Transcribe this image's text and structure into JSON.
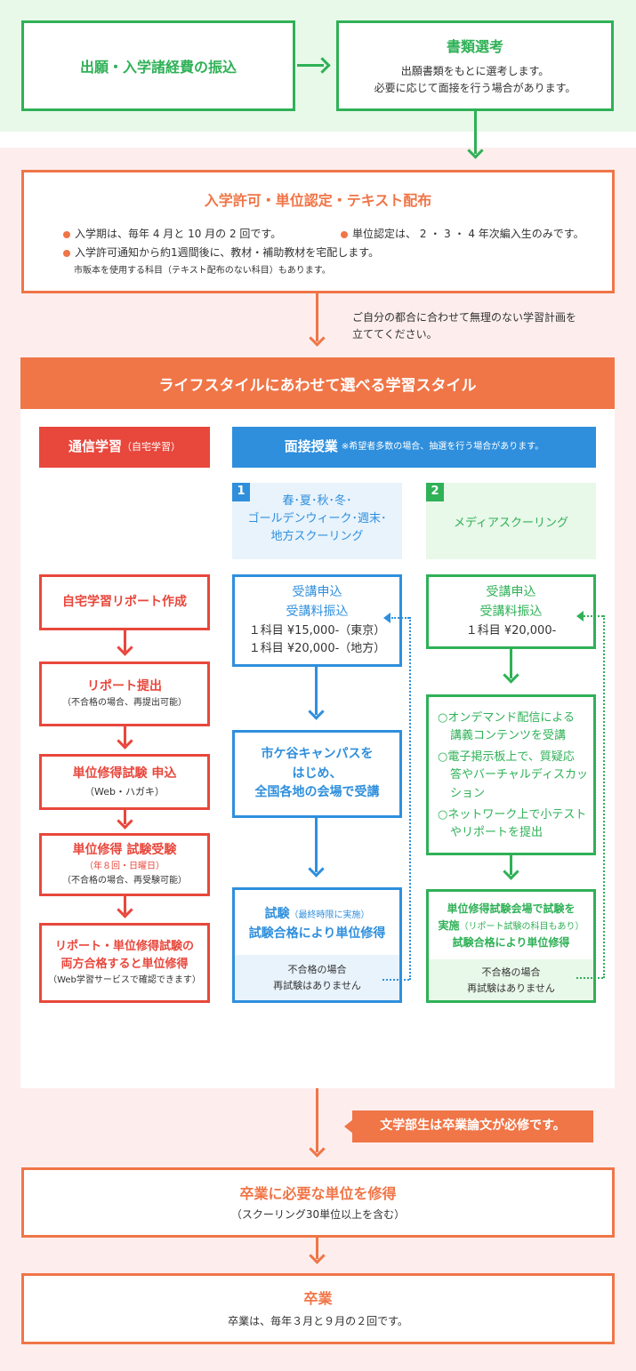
{
  "step1": {
    "label": "出願・入学諸経費の振込"
  },
  "step2": {
    "title": "書類選考",
    "lines": [
      "出願書類をもとに選考します。",
      "必要に応じて面接を行う場合があります。"
    ]
  },
  "admission": {
    "title": "入学許可・単位認定・テキスト配布",
    "bullet1": "入学期は、毎年 4 月と 10 月の 2 回です。",
    "bullet2": "単位認定は、 2 ・ 3 ・ 4 年次編入生のみです。",
    "bullet3": "入学許可通知から約1週間後に、教材・補助教材を宅配します。",
    "note": "市販本を使用する科目（テキスト配布のない科目）もあります。"
  },
  "plan_note": [
    "ご自分の都合に合わせて無理のない学習計画を",
    "立ててください。"
  ],
  "styles_banner": "ライフスタイルにあわせて選べる学習スタイル",
  "correspondence": {
    "header": "通信学習",
    "header_sub": "（自宅学習）",
    "steps": [
      {
        "title": "自宅学習リポート作成",
        "sub": ""
      },
      {
        "title": "リポート提出",
        "sub": "（不合格の場合、再提出可能）"
      },
      {
        "title": "単位修得試験 申込",
        "sub": "（Web・ハガキ）"
      },
      {
        "title": "単位修得 試験受験",
        "sub1": "（年８回・日曜日）",
        "sub2": "（不合格の場合、再受験可能）"
      },
      {
        "title1": "リポート・単位修得試験の",
        "title2": "両方合格すると単位修得",
        "sub": "（Web学習サービスで確認できます）"
      }
    ]
  },
  "schooling": {
    "header": "面接授業",
    "header_note": "※希望者多数の場合、抽選を行う場合があります。",
    "opt1": {
      "num": "1",
      "lines": [
        "春･夏･秋･冬･",
        "ゴールデンウィーク･週末･",
        "地方スクーリング"
      ]
    },
    "opt2": {
      "num": "2",
      "label": "メディアスクーリング"
    },
    "face": {
      "apply": [
        "受講申込",
        "受講料振込"
      ],
      "fees": [
        "１科目 ¥15,000-（東京）",
        "１科目 ¥20,000-（地方）"
      ],
      "campus": [
        "市ケ谷キャンパスを",
        "はじめ、",
        "全国各地の会場で受講"
      ],
      "exam_title": "試験",
      "exam_note": "（最終時限に実施）",
      "exam_line2": "試験合格により単位修得",
      "fail": [
        "不合格の場合",
        "再試験はありません"
      ]
    },
    "media": {
      "apply": [
        "受講申込",
        "受講料振込"
      ],
      "fee": "１科目 ¥20,000-",
      "items": [
        [
          "○オンデマンド配信による",
          "講義コンテンツを受講"
        ],
        [
          "○電子掲示板上で、質疑応",
          "答やバーチャルディスカッ",
          "ション"
        ],
        [
          "○ネットワーク上で小テスト",
          "やリポートを提出"
        ]
      ],
      "exam_line1": "単位修得試験会場で試験を",
      "exam_line2a": "実施",
      "exam_line2b": "（リポート試験の科目もあり）",
      "exam_line3": "試験合格により単位修得",
      "fail": [
        "不合格の場合",
        "再試験はありません"
      ]
    }
  },
  "thesis_note": "文学部生は卒業論文が必修です。",
  "graduation_credits": {
    "title": "卒業に必要な単位を修得",
    "sub": "（スクーリング30単位以上を含む）"
  },
  "graduation": {
    "title": "卒業",
    "sub": "卒業は、毎年３月と９月の２回です。"
  }
}
